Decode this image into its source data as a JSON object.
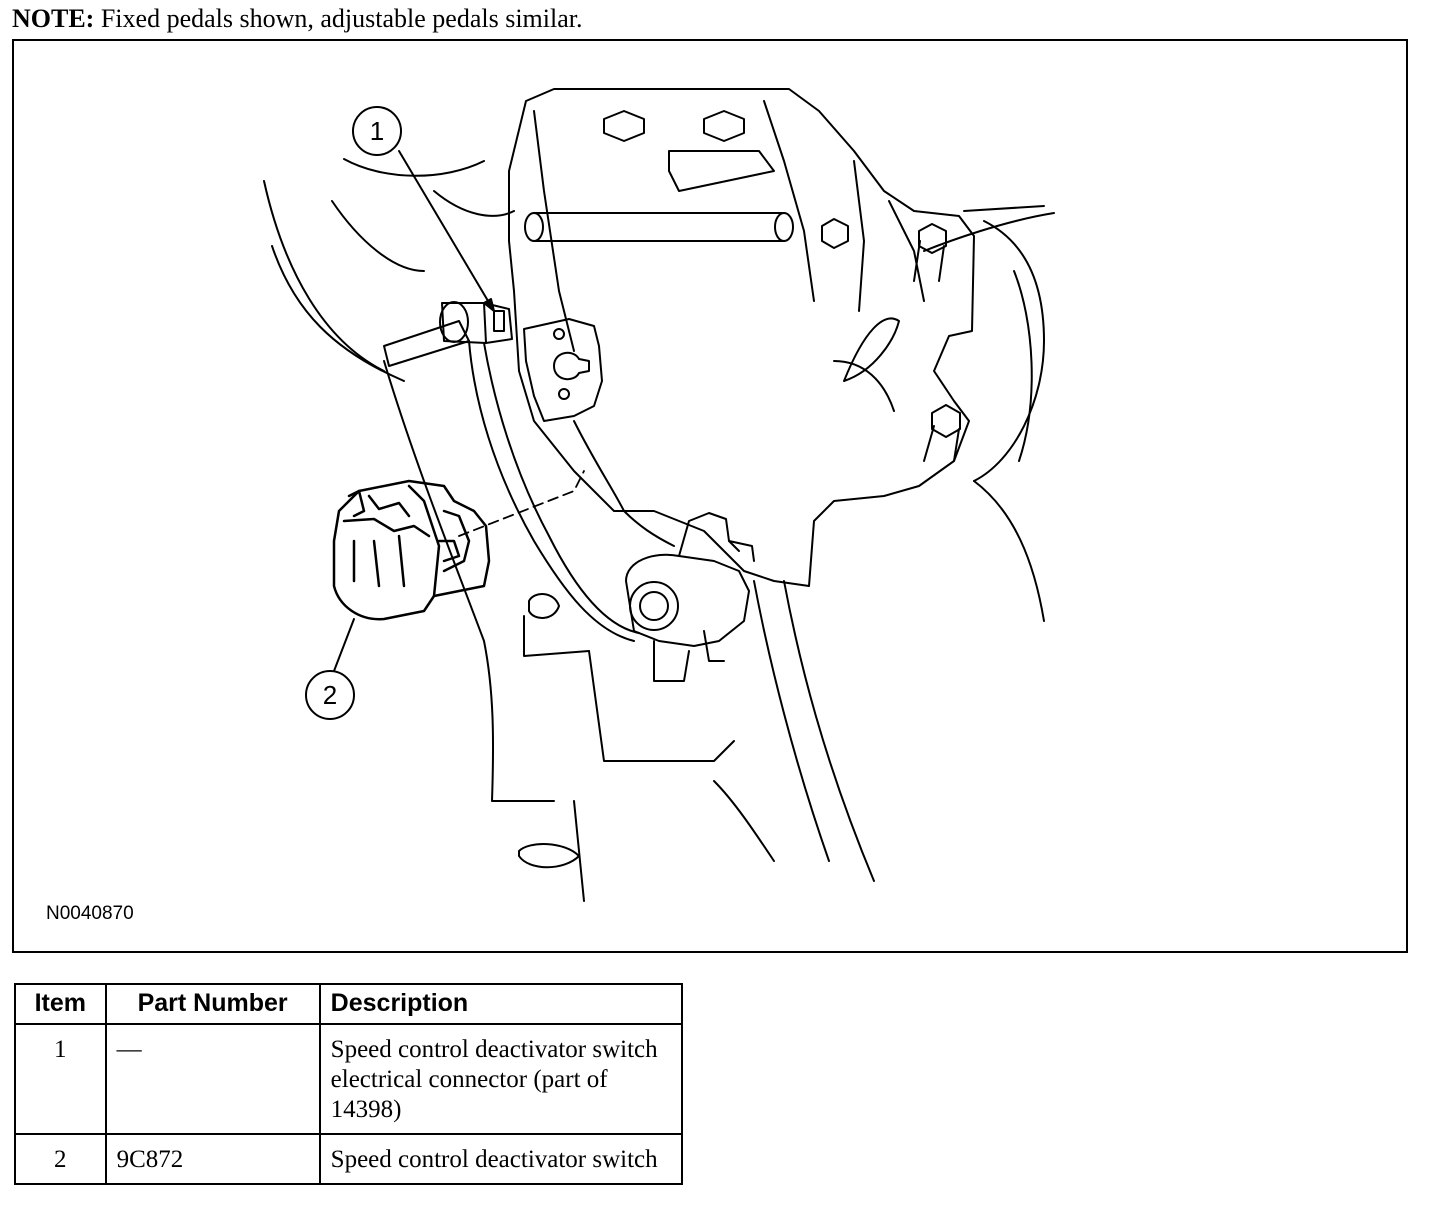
{
  "note": {
    "label": "NOTE:",
    "text": "Fixed pedals shown, adjustable pedals similar."
  },
  "figure": {
    "id": "N0040870",
    "callouts": [
      {
        "number": "1"
      },
      {
        "number": "2"
      }
    ]
  },
  "table": {
    "headers": {
      "item": "Item",
      "part_number": "Part Number",
      "description": "Description"
    },
    "rows": [
      {
        "item": "1",
        "part_number": "—",
        "description": "Speed control deactivator switch electrical connector (part of 14398)"
      },
      {
        "item": "2",
        "part_number": "9C872",
        "description": "Speed control deactivator switch"
      }
    ]
  }
}
